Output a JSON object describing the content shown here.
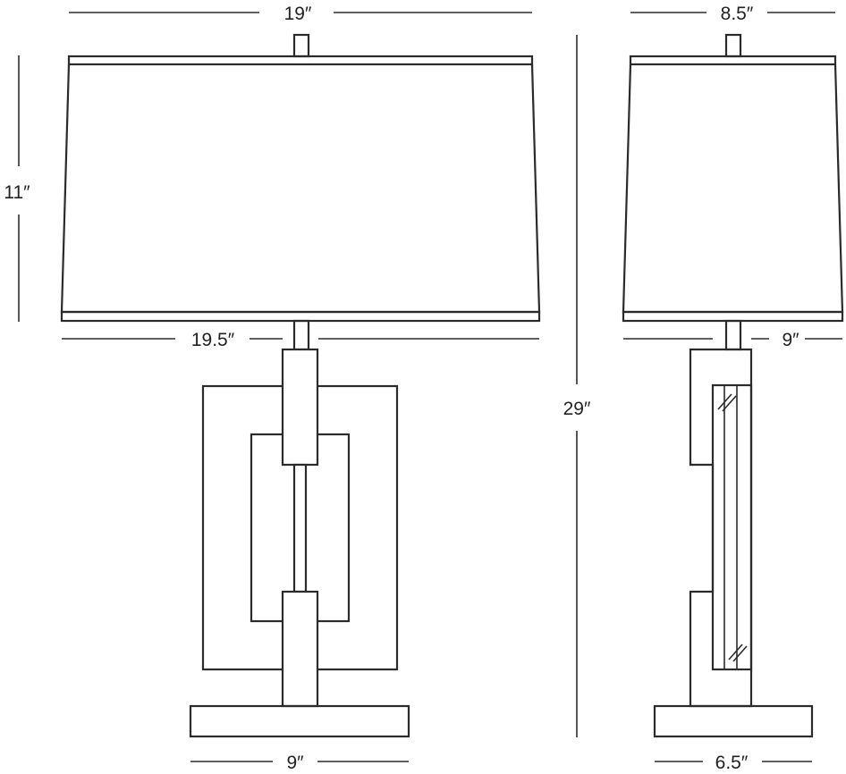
{
  "front_view": {
    "shade_top_width": "19″",
    "shade_bottom_width": "19.5″",
    "shade_height": "11″",
    "base_width": "9″"
  },
  "side_view": {
    "shade_top_width": "8.5″",
    "shade_bottom_width": "9″",
    "base_width": "6.5″"
  },
  "overall_height": "29″"
}
